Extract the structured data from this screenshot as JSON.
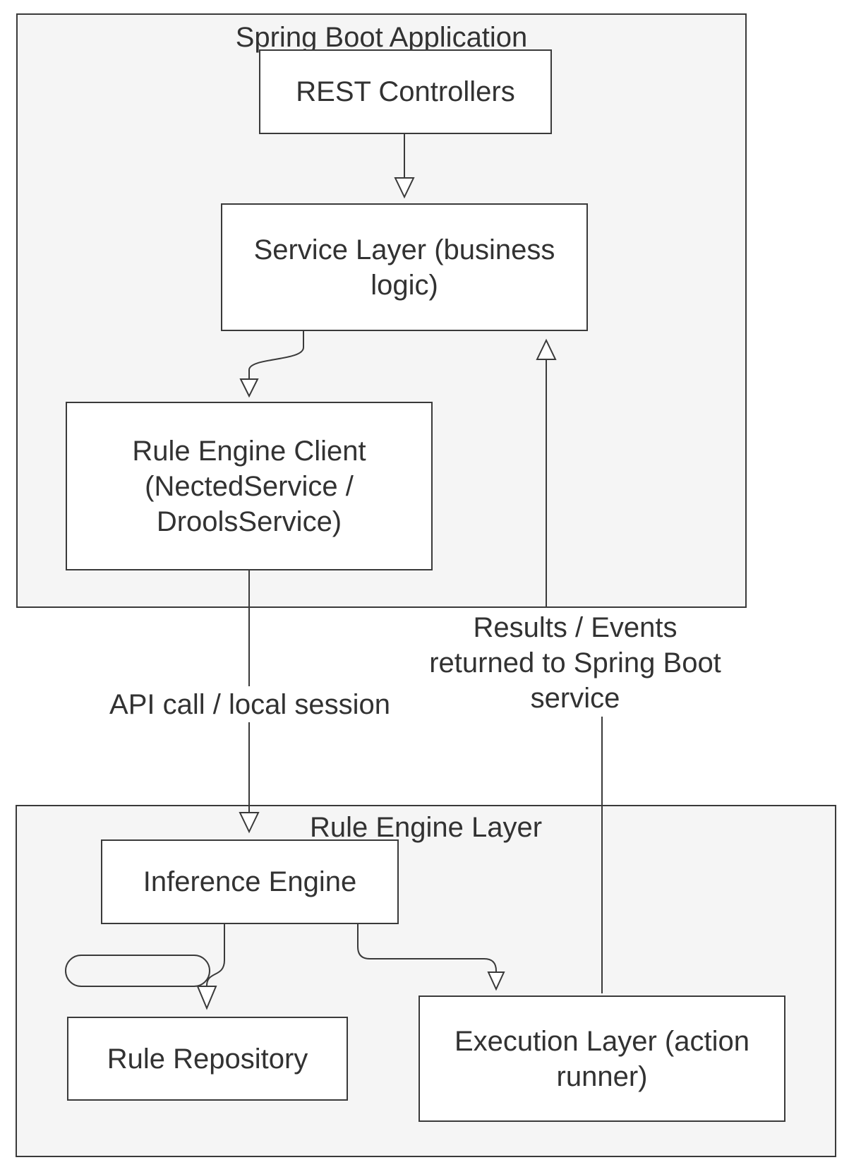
{
  "colors": {
    "page_background": "#ffffff",
    "container_fill": "#f5f5f5",
    "node_fill": "#ffffff",
    "border": "#3a3a3a",
    "text": "#323232"
  },
  "containers": {
    "spring_boot_application": {
      "title": "Spring Boot Application"
    },
    "rule_engine_layer": {
      "title": "Rule Engine Layer"
    }
  },
  "nodes": {
    "rest_controllers": {
      "label": "REST Controllers"
    },
    "service_layer": {
      "label": "Service Layer (business\nlogic)"
    },
    "rule_engine_client": {
      "label": "Rule Engine Client\n(NectedService /\nDroolsService)"
    },
    "inference_engine": {
      "label": "Inference Engine"
    },
    "rule_repository": {
      "label": "Rule Repository"
    },
    "execution_layer": {
      "label": "Execution Layer (action\nrunner)"
    }
  },
  "edge_labels": {
    "api_call": "API call / local session",
    "results_events": "Results / Events\nreturned to Spring Boot\nservice"
  }
}
